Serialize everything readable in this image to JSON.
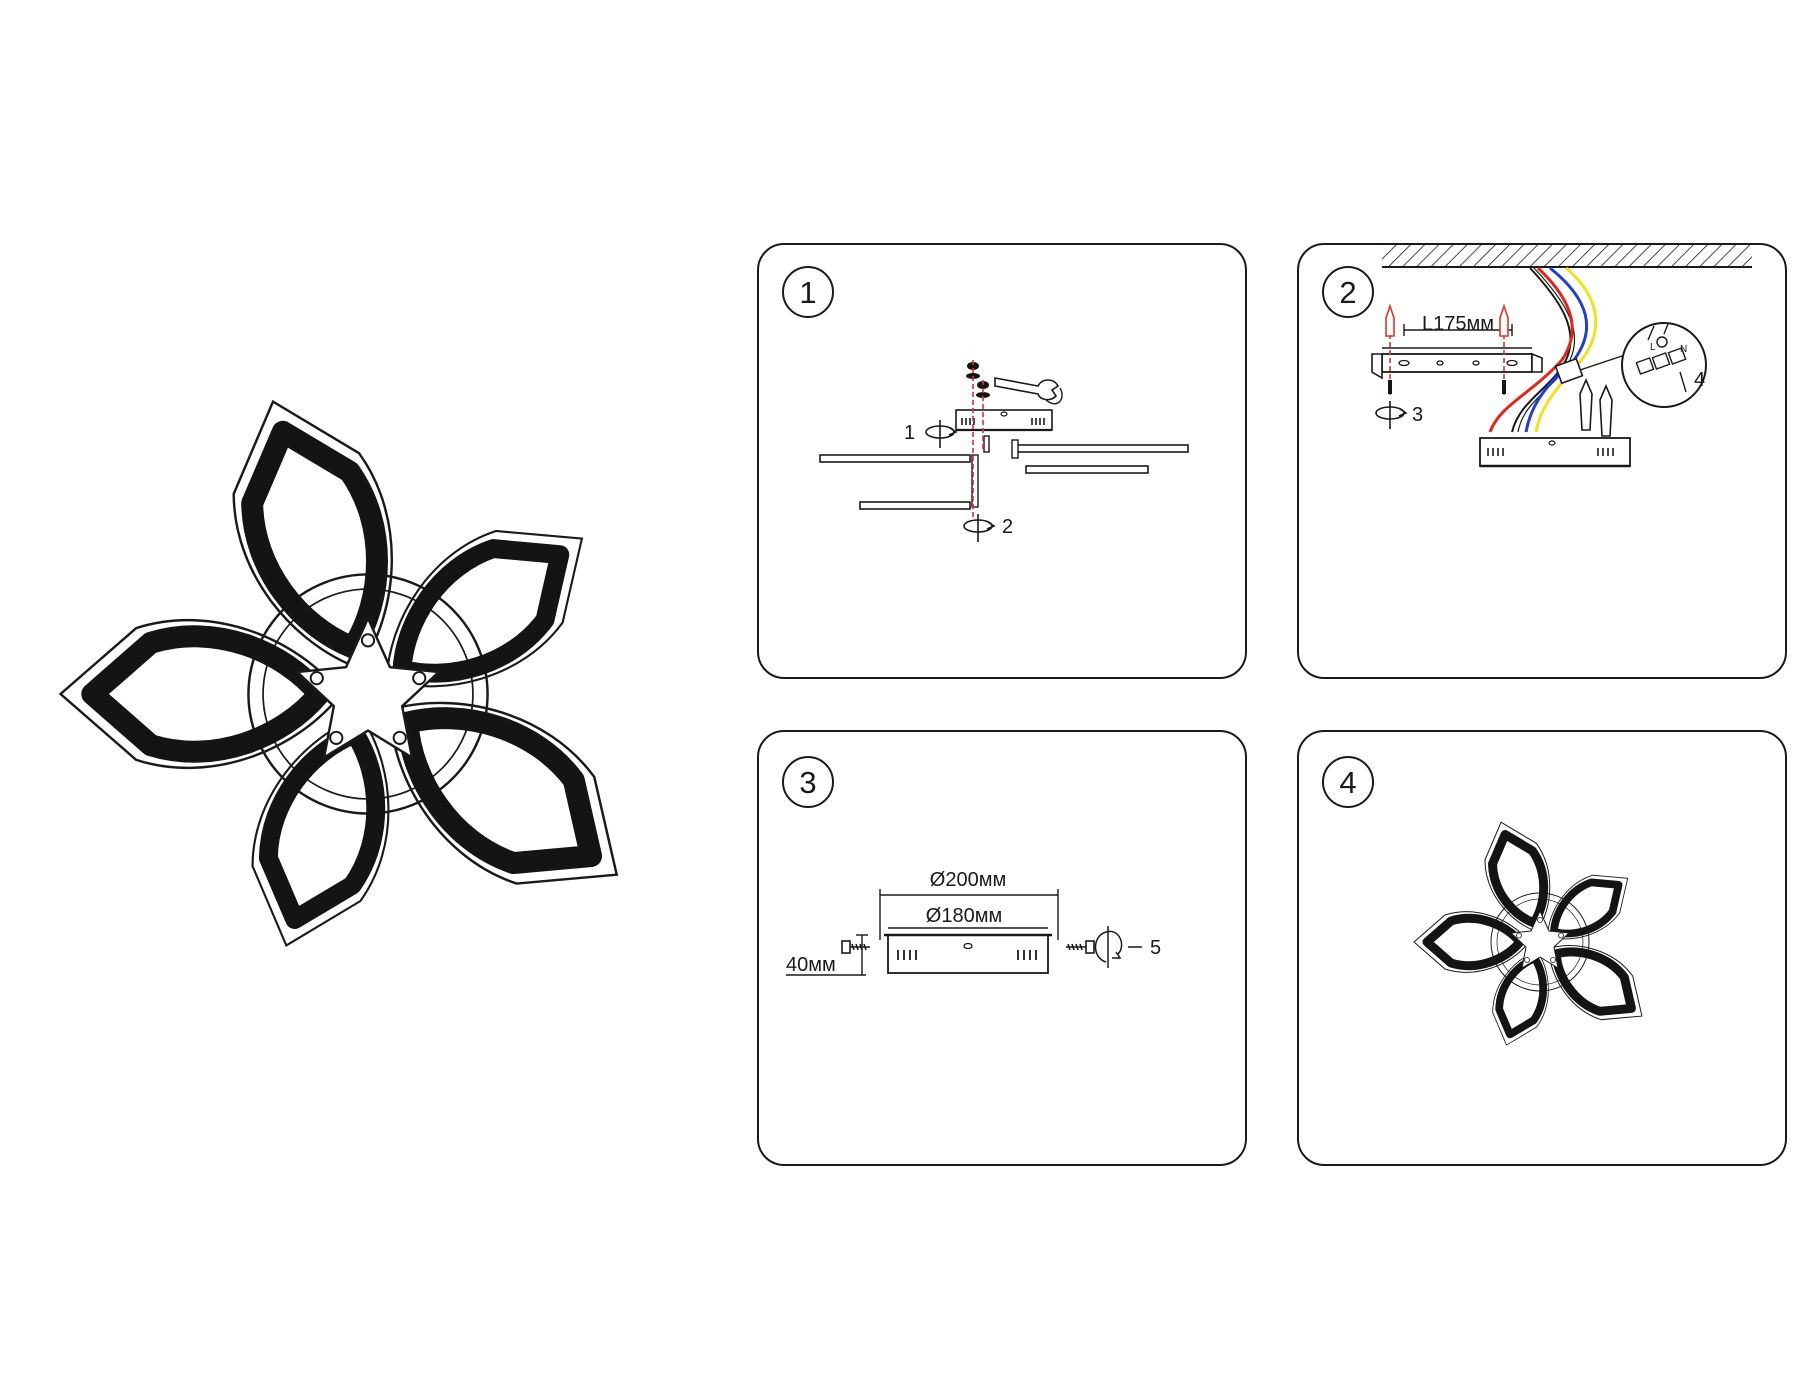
{
  "colors": {
    "line": "#1a1a1a",
    "fill": "#141414",
    "wire_red": "#e1261c",
    "wire_yellow": "#f2e21b",
    "wire_blue": "#1e3fd6",
    "guide_red": "#d9342b"
  },
  "panels": [
    {
      "number": "1",
      "labels": {
        "rotate_1": "1",
        "rotate_2": "2"
      }
    },
    {
      "number": "2",
      "labels": {
        "length": "L175мм",
        "rotate_3": "3",
        "callout": "4",
        "terminal_l": "L",
        "terminal_n": "N"
      }
    },
    {
      "number": "3",
      "labels": {
        "outer_diameter": "Ø200мм",
        "inner_diameter": "Ø180мм",
        "depth": "40мм",
        "rotate_5": "5"
      }
    },
    {
      "number": "4",
      "labels": {}
    }
  ]
}
